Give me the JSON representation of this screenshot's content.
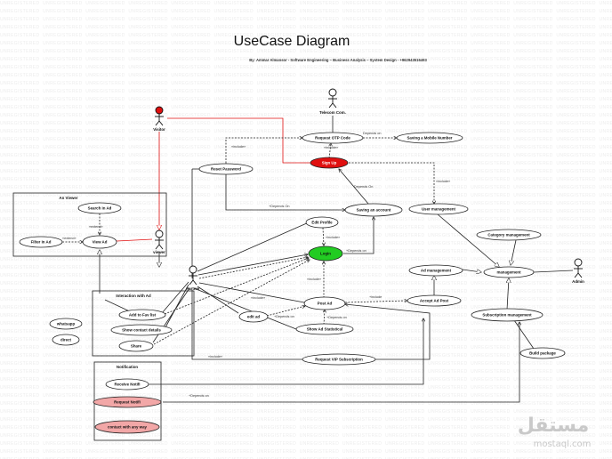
{
  "title": "UseCase Diagram",
  "subtitle": "By: Ammar Almansor - Software Engineering – Business Analysis – System Design - +962943516493",
  "watermark_text": "UNREGISTERED",
  "branding": {
    "arabic": "مستقل",
    "latin": "mostaql.com"
  },
  "actors": {
    "visitor": "Visitor",
    "telecom": "Telecom Com.",
    "viewer": "viewer",
    "partner": "Partner",
    "admin": "Admin"
  },
  "boxes": {
    "an_viewer": "An Viewer",
    "interaction": "Interaction with Ad",
    "notification": "Notification"
  },
  "usecases": {
    "request_otp": "Request OTP Code",
    "saving_mobile": "Saving a Mobile Number",
    "sign_up": "Sign Up",
    "reset_password": "Reset Password",
    "saving_account": "Saving an account",
    "user_management": "User management",
    "search_ad": "Search in Ad",
    "filter_ad": "Filter in Ad",
    "view_ad": "View Ad",
    "edit_profile": "Edit Profile",
    "login": "Login",
    "category_management": "Category management",
    "ad_management": "Ad management",
    "management": "management",
    "accept_ad_post": "Accept Ad Post",
    "add_to_fav": "Add to Fav list",
    "show_contact": "Show contact details",
    "share": "Share",
    "edit_ad": "edit ad",
    "post_ad": "Post Ad",
    "show_ad_statistical": "Show Ad Statistical",
    "subscription_management": "Subscription management",
    "build_package": "Build package",
    "whatsapp": "whatsapp",
    "direct": "direct",
    "request_vip": "Request VIP Subscription",
    "receive_notifi": "Receive Notifi",
    "request_notifi": "Request Notifi",
    "contact_any_way": "contact with any way"
  },
  "relations": {
    "depends_on": "Depends on",
    "include": "«include»",
    "extend": "«extend»",
    "plus_depends_on": "+Depends on",
    "plus_depends_on_cap": "+Depends On",
    "plus_include": "+include",
    "depends_on_cap": "Depends On"
  },
  "colors": {
    "sign_up_fill": "#e01010",
    "login_fill": "#22cc22",
    "request_notifi_fill": "#f2a7a7",
    "contact_fill": "#f2a7a7",
    "red_link": "#e01010",
    "visitor_head": "#e01010"
  }
}
